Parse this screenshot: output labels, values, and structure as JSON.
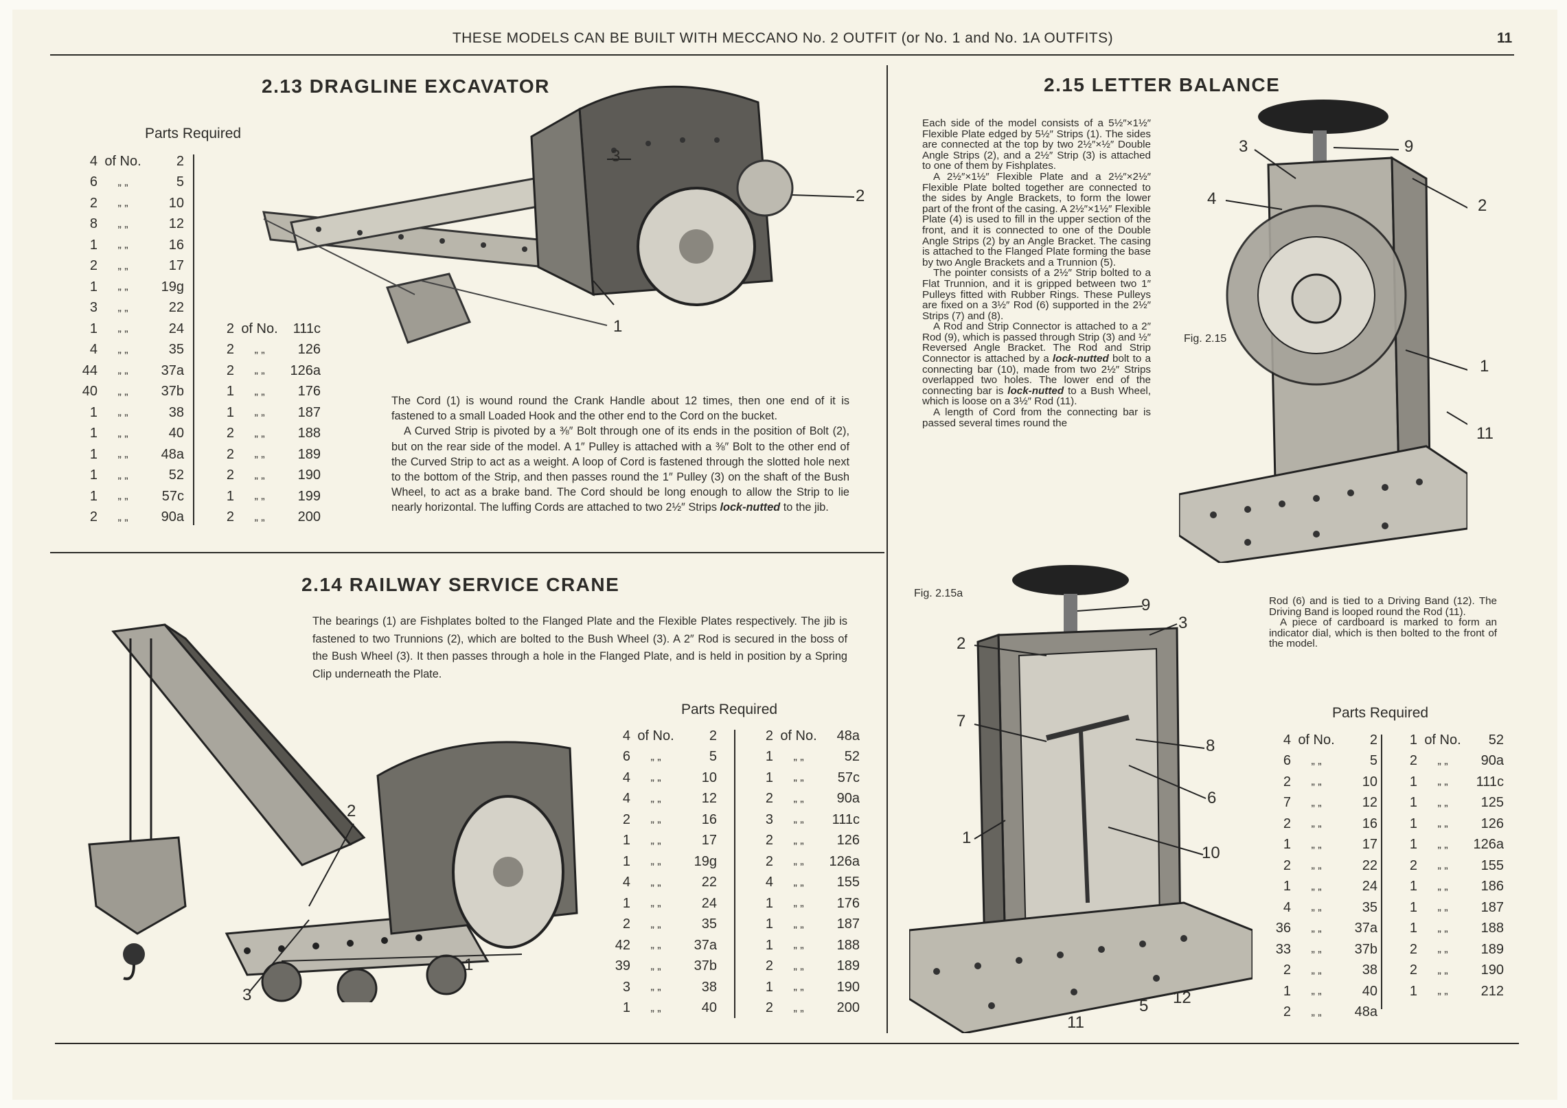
{
  "header": {
    "title": "THESE MODELS CAN BE BUILT WITH MECCANO No. 2 OUTFIT (or No. 1 and No. 1A OUTFITS)",
    "page_number": "11"
  },
  "ditto": "„   „",
  "of_no": "of No.",
  "m213": {
    "title": "2.13  DRAGLINE EXCAVATOR",
    "parts_label": "Parts Required",
    "col1": [
      [
        "4",
        "2"
      ],
      [
        "6",
        "5"
      ],
      [
        "2",
        "10"
      ],
      [
        "8",
        "12"
      ],
      [
        "1",
        "16"
      ],
      [
        "2",
        "17"
      ],
      [
        "1",
        "19g"
      ],
      [
        "3",
        "22"
      ],
      [
        "1",
        "24"
      ],
      [
        "4",
        "35"
      ],
      [
        "44",
        "37a"
      ],
      [
        "40",
        "37b"
      ],
      [
        "1",
        "38"
      ],
      [
        "1",
        "40"
      ],
      [
        "1",
        "48a"
      ],
      [
        "1",
        "52"
      ],
      [
        "1",
        "57c"
      ],
      [
        "2",
        "90a"
      ]
    ],
    "col2": [
      [
        "2",
        "111c"
      ],
      [
        "2",
        "126"
      ],
      [
        "2",
        "126a"
      ],
      [
        "1",
        "176"
      ],
      [
        "1",
        "187"
      ],
      [
        "2",
        "188"
      ],
      [
        "2",
        "189"
      ],
      [
        "2",
        "190"
      ],
      [
        "1",
        "199"
      ],
      [
        "2",
        "200"
      ]
    ],
    "paragraphs": [
      [
        {
          "t": "The Cord (1) is wound round the Crank Handle about 12 times, then one end of it is fastened to a small Loaded Hook and the other end to the Cord on the bucket."
        }
      ],
      [
        {
          "t": "A Curved Strip is pivoted by a ⅜″ Bolt through one of its ends in the position of Bolt (2), but on the rear side of the model. A 1″ Pulley is attached with a ⅜″ Bolt to the other end of the Curved Strip to act as a weight. A loop of Cord is fastened through the slotted hole next to the bottom of the Strip, and then passes round the 1″ Pulley (3) on the shaft of the Bush Wheel, to act as a brake band. The Cord should be long enough to allow the Strip to lie nearly horizontal. The luffing Cords are attached to two 2½″ Strips "
        },
        {
          "t": "lock-nutted",
          "i": true
        },
        {
          "t": " to the jib."
        }
      ]
    ],
    "callouts": [
      "3",
      "2",
      "1"
    ]
  },
  "m214": {
    "title": "2.14  RAILWAY SERVICE CRANE",
    "parts_label": "Parts Required",
    "col1": [
      [
        "4",
        "2"
      ],
      [
        "6",
        "5"
      ],
      [
        "4",
        "10"
      ],
      [
        "4",
        "12"
      ],
      [
        "2",
        "16"
      ],
      [
        "1",
        "17"
      ],
      [
        "1",
        "19g"
      ],
      [
        "4",
        "22"
      ],
      [
        "1",
        "24"
      ],
      [
        "2",
        "35"
      ],
      [
        "42",
        "37a"
      ],
      [
        "39",
        "37b"
      ],
      [
        "3",
        "38"
      ],
      [
        "1",
        "40"
      ]
    ],
    "col2": [
      [
        "2",
        "48a"
      ],
      [
        "1",
        "52"
      ],
      [
        "1",
        "57c"
      ],
      [
        "2",
        "90a"
      ],
      [
        "3",
        "111c"
      ],
      [
        "2",
        "126"
      ],
      [
        "2",
        "126a"
      ],
      [
        "4",
        "155"
      ],
      [
        "1",
        "176"
      ],
      [
        "1",
        "187"
      ],
      [
        "1",
        "188"
      ],
      [
        "2",
        "189"
      ],
      [
        "1",
        "190"
      ],
      [
        "2",
        "200"
      ]
    ],
    "paragraphs": [
      [
        {
          "t": "The bearings (1) are Fishplates bolted to the Flanged Plate and the Flexible Plates respectively. The jib is fastened to two Trunnions (2), which are bolted to the Bush Wheel (3). A 2″ Rod is secured in the boss of the Bush Wheel (3). It then passes through a hole in the Flanged Plate, and is held in position by a Spring Clip underneath the Plate."
        }
      ]
    ],
    "callouts": [
      "2",
      "3",
      "1"
    ]
  },
  "m215": {
    "title": "2.15  LETTER BALANCE",
    "fig1": "Fig. 2.15",
    "fig2": "Fig. 2.15a",
    "parts_label": "Parts Required",
    "col1": [
      [
        "4",
        "2"
      ],
      [
        "6",
        "5"
      ],
      [
        "2",
        "10"
      ],
      [
        "7",
        "12"
      ],
      [
        "2",
        "16"
      ],
      [
        "1",
        "17"
      ],
      [
        "2",
        "22"
      ],
      [
        "1",
        "24"
      ],
      [
        "4",
        "35"
      ],
      [
        "36",
        "37a"
      ],
      [
        "33",
        "37b"
      ],
      [
        "2",
        "38"
      ],
      [
        "1",
        "40"
      ],
      [
        "2",
        "48a"
      ]
    ],
    "col2": [
      [
        "1",
        "52"
      ],
      [
        "2",
        "90a"
      ],
      [
        "1",
        "111c"
      ],
      [
        "1",
        "125"
      ],
      [
        "1",
        "126"
      ],
      [
        "1",
        "126a"
      ],
      [
        "2",
        "155"
      ],
      [
        "1",
        "186"
      ],
      [
        "1",
        "187"
      ],
      [
        "1",
        "188"
      ],
      [
        "2",
        "189"
      ],
      [
        "2",
        "190"
      ],
      [
        "1",
        "212"
      ]
    ],
    "paragraphs": [
      [
        {
          "t": "Each side of the model consists of a 5½″×1½″ Flexible Plate edged by 5½″ Strips (1). The sides are connected at the top by two 2½″×½″ Double Angle Strips (2), and a 2½″ Strip (3) is attached to one of them by Fishplates."
        }
      ],
      [
        {
          "t": "A 2½″×1½″ Flexible Plate and a 2½″×2½″ Flexible Plate bolted together are connected to the sides by Angle Brackets, to form the lower part of the front of the casing. A 2½″×1½″ Flexible Plate (4) is used to fill in the upper section of the front, and it is connected to one of the Double Angle Strips (2) by an Angle Bracket. The casing is attached to the Flanged Plate forming the base by two Angle Brackets and a Trunnion (5)."
        }
      ],
      [
        {
          "t": "The pointer consists of a 2½″ Strip bolted to a Flat Trunnion, and it is gripped between two 1″ Pulleys fitted with Rubber Rings. These Pulleys are fixed on a 3½″ Rod (6) supported in the 2½″ Strips (7) and (8)."
        }
      ],
      [
        {
          "t": "A Rod and Strip Connector is attached to a 2″ Rod (9), which is passed through Strip (3) and ½″ Reversed Angle Bracket. The Rod and Strip Connector is attached by a "
        },
        {
          "t": "lock-nutted",
          "i": true
        },
        {
          "t": " bolt to a connecting bar (10), made from two 2½″ Strips overlapped two holes. The lower end of the connecting bar is "
        },
        {
          "t": "lock-nutted",
          "i": true
        },
        {
          "t": " to a Bush Wheel, which is loose on a 3½″ Rod (11)."
        }
      ],
      [
        {
          "t": "A length of Cord from the connecting bar is passed several times round the"
        }
      ]
    ],
    "continuation": [
      [
        {
          "t": "Rod (6) and is tied to a Driving Band (12). The Driving Band is looped round the Rod (11)."
        }
      ],
      [
        {
          "t": "A piece of cardboard is marked to form an indicator dial, which is then bolted to the front of the model."
        }
      ]
    ],
    "callouts_top": [
      "3",
      "9",
      "4",
      "2",
      "1",
      "11"
    ],
    "callouts_bottom": [
      "9",
      "3",
      "2",
      "7",
      "8",
      "6",
      "1",
      "10",
      "5",
      "12",
      "11"
    ]
  }
}
